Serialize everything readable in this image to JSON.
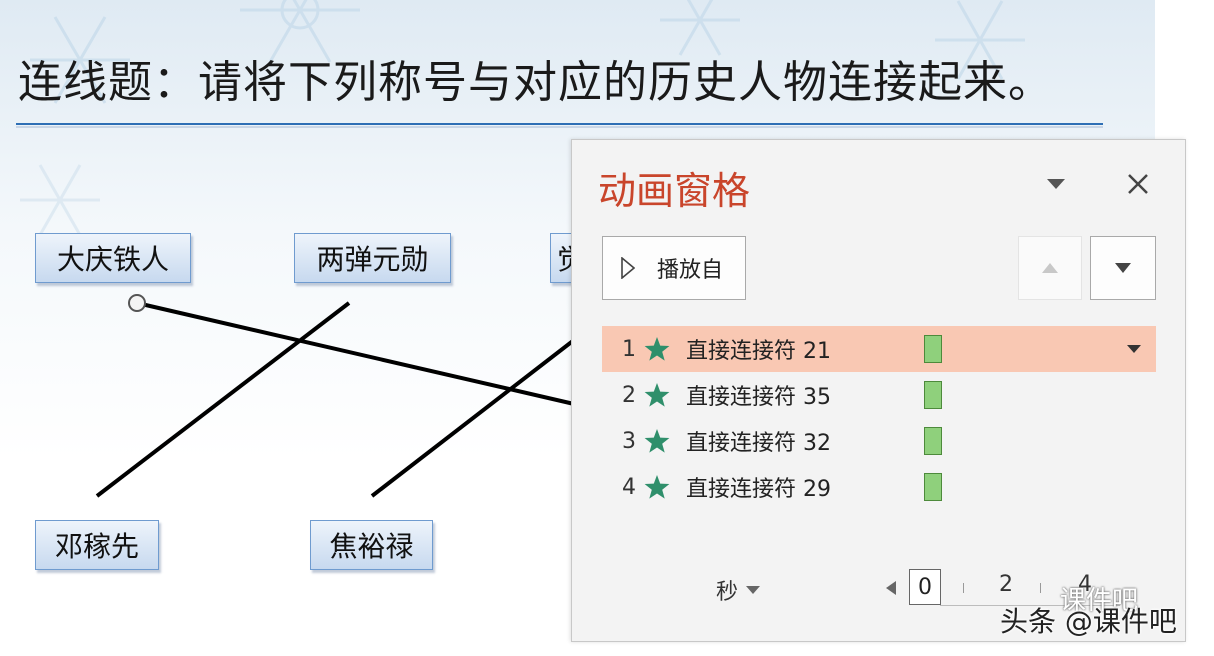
{
  "slide": {
    "title": "连线题：请将下列称号与对应的历史人物连接起来。",
    "top_boxes": [
      "大庆铁人",
      "两弹元勋",
      "觉"
    ],
    "bottom_boxes": [
      "邓稼先",
      "焦裕禄"
    ]
  },
  "animation_pane": {
    "title": "动画窗格",
    "play_button_label": "播放自",
    "items": [
      {
        "index": "1",
        "name": "直接连接符 21",
        "selected": true
      },
      {
        "index": "2",
        "name": "直接连接符 35",
        "selected": false
      },
      {
        "index": "3",
        "name": "直接连接符 32",
        "selected": false
      },
      {
        "index": "4",
        "name": "直接连接符 29",
        "selected": false
      }
    ],
    "footer": {
      "seconds_label": "秒",
      "timeline": [
        "0",
        "2",
        "4"
      ]
    }
  },
  "watermark": {
    "text": "头条 @课件吧",
    "logo_text": "课件吧"
  },
  "colors": {
    "pane_title": "#c9452b",
    "selected_row": "#f9c8b3",
    "star": "#2f8f6b",
    "timing_bar": "#8fd07c",
    "title_rule": "#2e6fb5"
  },
  "icons": {
    "pane_menu": "chevron-down-icon",
    "pane_close": "close-icon",
    "play": "play-icon",
    "move_up": "arrow-up-icon",
    "move_down": "arrow-down-icon",
    "effect": "star-icon"
  }
}
